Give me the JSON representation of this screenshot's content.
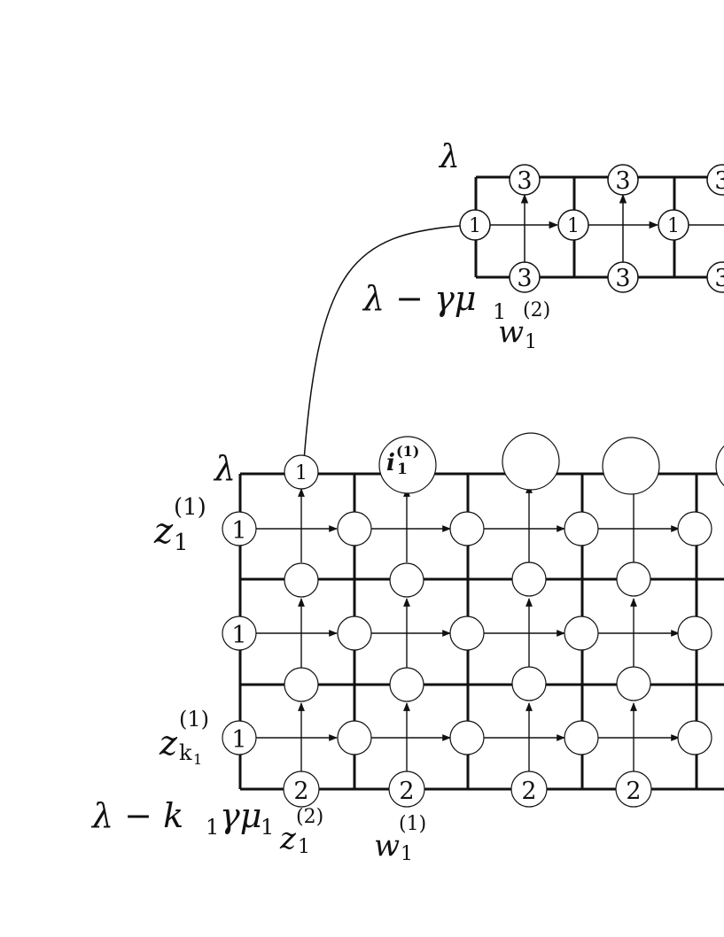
{
  "nodes": {
    "one": "1",
    "two": "2",
    "three": "3"
  },
  "labels": {
    "top_lambda": "λ",
    "top_lambda_gamma_mu": "λ − γμ",
    "top_lambda_gamma_mu_sub": "1",
    "w2": "w",
    "w2_sub": "1",
    "w2_sup": "(2)",
    "bottom_lambda": "λ",
    "z11": "z",
    "z11_sub": "1",
    "z11_sup": "(1)",
    "zk1": "z",
    "zk1_sub": "k",
    "zk1_subsub": "1",
    "zk1_sup": "(1)",
    "bottom_lambda_k": "λ − k",
    "bottom_lambda_k_sub": "1",
    "bottom_lambda_k_rest": "γμ",
    "bottom_lambda_k_rest_sub": "1",
    "z12": "z",
    "z12_sub": "1",
    "z12_sup": "(2)",
    "w1": "w",
    "w1_sub": "1",
    "w1_sup": "(1)",
    "i1": "i",
    "i1_sub": "1",
    "i1_sup": "(1)"
  }
}
